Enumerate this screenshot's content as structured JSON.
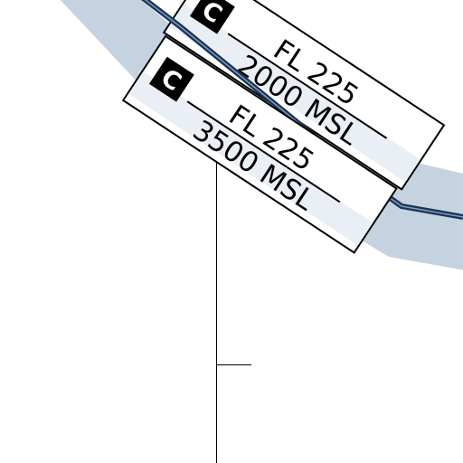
{
  "airspace_labels": [
    {
      "class_letter": "C",
      "ceiling": "FL 225",
      "floor": "2000 MSL"
    },
    {
      "class_letter": "C",
      "ceiling": "FL 225",
      "floor": "3500 MSL"
    }
  ],
  "colors": {
    "airspace_band": "#c5d3e0",
    "boundary_line": "#1b3353",
    "boundary_inner": "#7d9bc0",
    "label_fill": "#ffffff",
    "label_shade": "#e9eff5",
    "class_badge": "#000000"
  }
}
